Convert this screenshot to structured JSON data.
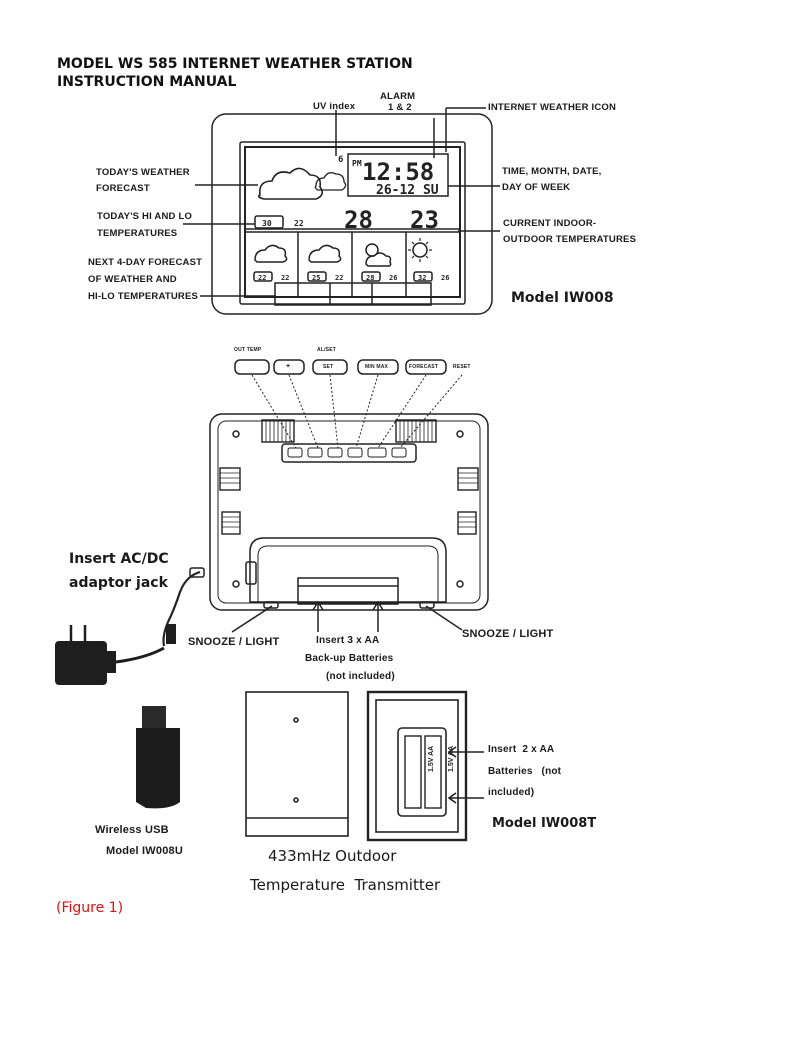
{
  "header": {
    "line1": "MODEL WS 585 INTERNET WEATHER STATION",
    "line2": "INSTRUCTION MANUAL"
  },
  "front": {
    "uv_index": "UV index",
    "alarm": [
      "ALARM",
      "1 & 2"
    ],
    "internet_icon": "INTERNET WEATHER ICON",
    "today_forecast": [
      "TODAY'S WEATHER",
      "FORECAST"
    ],
    "hi_lo": [
      "TODAY'S HI AND LO",
      "TEMPERATURES"
    ],
    "next_4day": [
      "NEXT 4-DAY FORECAST",
      "OF WEATHER AND",
      "HI-LO TEMPERATURES"
    ],
    "time_date": [
      "TIME, MONTH, DATE,",
      "DAY OF WEEK"
    ],
    "current_temps": [
      "CURRENT INDOOR-",
      "OUTDOOR TEMPERATURES"
    ],
    "model": "Model IW008",
    "lcd": {
      "pm": "PM",
      "time": "12:58",
      "date": "26-12 SU",
      "uv": "6",
      "indoor": "28",
      "outdoor": "23",
      "hi": "30",
      "lo": "22",
      "forecast_hi": [
        "22",
        "25",
        "28",
        "32"
      ],
      "forecast_lo": [
        "22",
        "22",
        "26",
        "26"
      ]
    }
  },
  "back": {
    "buttons": [
      "OUT TEMP",
      "+",
      "AL/SET",
      "SET",
      "MIN MAX",
      "FORECAST",
      "RESET"
    ],
    "adaptor": [
      "Insert AC/DC",
      "adaptor jack"
    ],
    "snooze_left": "SNOOZE / LIGHT",
    "snooze_right": "SNOOZE / LIGHT",
    "batteries": [
      "Insert 3 x AA",
      "Back-up Batteries",
      "(not included)"
    ]
  },
  "accessories": {
    "usb": [
      "Wireless USB",
      "Model IW008U"
    ],
    "transmitter": [
      "433mHz Outdoor",
      "Temperature  Transmitter"
    ],
    "tx_batteries": [
      "Insert  2 x AA",
      "Batteries   (not",
      "included)"
    ],
    "tx_model": "Model IW008T",
    "battery_label": "1.5V AA"
  },
  "caption": "(Figure 1)"
}
